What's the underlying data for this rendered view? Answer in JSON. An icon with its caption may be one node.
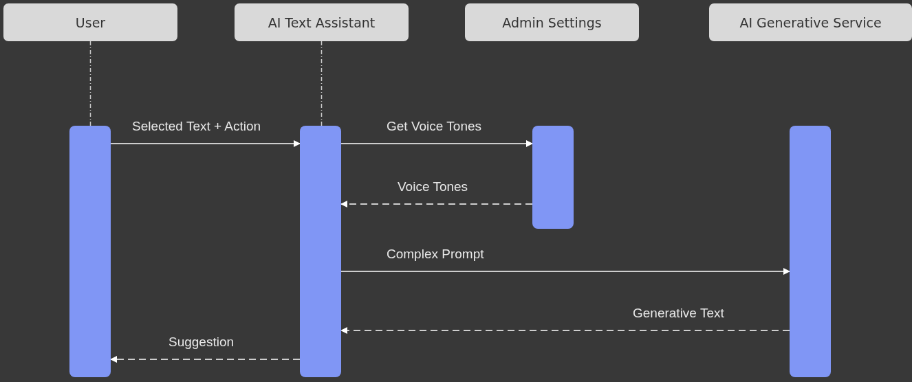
{
  "diagram": {
    "nodes": [
      {
        "text": [
          "User"
        ]
      },
      {
        "text": [
          "AI Text Assistant"
        ]
      },
      {
        "text": [
          "Admin Settings"
        ]
      },
      {
        "text": [
          "AI Generative Service"
        ]
      },
      {
        "text": [],
        "shape": "bar"
      },
      {
        "text": [],
        "shape": "bar"
      },
      {
        "text": [],
        "shape": "bar"
      },
      {
        "text": [],
        "shape": "bar"
      }
    ],
    "edges": [
      {
        "from": 0,
        "to": 4,
        "arrow": "none",
        "style": "dashed",
        "color": "#cccccc"
      },
      {
        "from": 1,
        "to": 5,
        "arrow": "none",
        "style": "dashed",
        "color": "#cccccc"
      },
      {
        "from": 4,
        "to": 5,
        "arrow": "to",
        "label": "Selected Text + Action"
      },
      {
        "from": 5,
        "to": 6,
        "arrow": "to",
        "label": "Get Voice Tones"
      },
      {
        "from": 6,
        "to": 5,
        "arrow": "to",
        "label": "Voice Tones",
        "style": "dashed"
      },
      {
        "from": 5,
        "to": 7,
        "arrow": "to",
        "label": "Complex Prompt"
      },
      {
        "from": 7,
        "to": 5,
        "arrow": "to",
        "label": "Generative Text",
        "style": "dashed"
      },
      {
        "from": 5,
        "to": 4,
        "arrow": "to",
        "label": "Suggestion",
        "style": "dashed"
      }
    ]
  }
}
